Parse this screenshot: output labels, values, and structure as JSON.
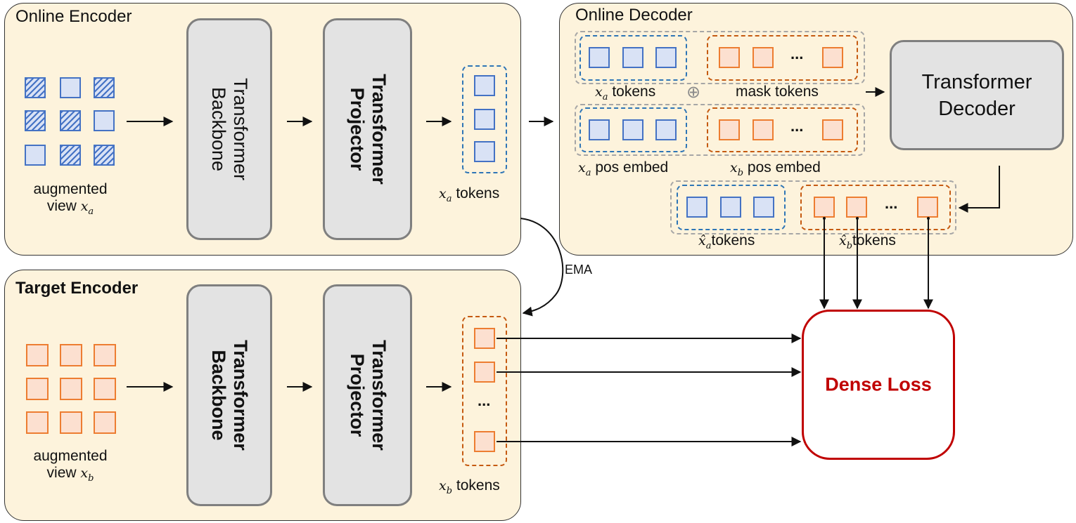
{
  "online_encoder": {
    "title": "Online Encoder",
    "view_label_line1": "augmented",
    "view_label_line2": "view",
    "view_var": "x",
    "view_sub": "a",
    "backbone_line1": "Transformer",
    "backbone_line2": "Backbone",
    "projector_line1": "Transformer",
    "projector_line2": "Projector",
    "tokens_var": "x",
    "tokens_sub": "a",
    "tokens_label": "tokens"
  },
  "target_encoder": {
    "title": "Target Encoder",
    "view_label_line1": "augmented",
    "view_label_line2": "view",
    "view_var": "x",
    "view_sub": "b",
    "backbone_line1": "Transformer",
    "backbone_line2": "Backbone",
    "projector_line1": "Transformer",
    "projector_line2": "Projector",
    "tokens_var": "x",
    "tokens_sub": "b",
    "tokens_label": "tokens",
    "ellipsis": "..."
  },
  "ema_label": "EMA",
  "online_decoder": {
    "title": "Online Decoder",
    "xa_tokens_var": "x",
    "xa_tokens_sub": "a",
    "xa_tokens_label": "tokens",
    "plus": "⊕",
    "mask_tokens_label": "mask tokens",
    "xa_pos_var": "x",
    "xa_pos_sub": "a",
    "xa_pos_label": "pos embed",
    "xb_pos_var": "x",
    "xb_pos_sub": "b",
    "xb_pos_label": "pos embed",
    "decoder_line1": "Transformer",
    "decoder_line2": "Decoder",
    "pred_a_var": "x̂",
    "pred_a_sub": "a",
    "pred_a_label": "tokens",
    "pred_b_var": "x̂",
    "pred_b_sub": "b",
    "pred_b_label": "tokens",
    "ellipsis": "..."
  },
  "dense_loss_label": "Dense Loss",
  "colors": {
    "panel_bg": "#fdf3dc",
    "blue": "#4472c4",
    "orange": "#ed7d31",
    "loss_red": "#c00000",
    "module_gray": "#e3e3e3"
  }
}
